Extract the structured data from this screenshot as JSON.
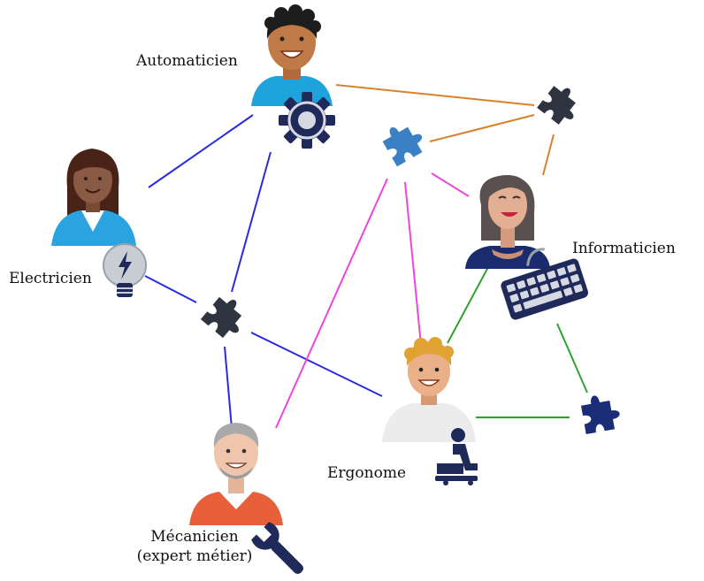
{
  "colors": {
    "link_orange": "#d9822b",
    "link_blue": "#2a2ae0",
    "link_magenta": "#ee44dd",
    "link_green": "#2ea22e",
    "puzzle_dark": "#2f3540",
    "puzzle_mid": "#3b7fc4",
    "puzzle_navy": "#1c2d78"
  },
  "actors": [
    {
      "id": "automaticien",
      "label": "Automaticien",
      "tool_icon": "gear-icon"
    },
    {
      "id": "electricien",
      "label": "Electricien",
      "tool_icon": "lightbulb-icon"
    },
    {
      "id": "informaticien",
      "label": "Informaticien",
      "tool_icon": "keyboard-icon"
    },
    {
      "id": "ergonome",
      "label": "Ergonome",
      "tool_icon": "ergonomic-chair-icon"
    },
    {
      "id": "mecanicien",
      "label_line1": "Mécanicien",
      "label_line2": "(expert métier)",
      "tool_icon": "wrench-icon"
    }
  ],
  "puzzle_pieces": [
    {
      "id": "puzzle-top-right",
      "color": "#2f3540"
    },
    {
      "id": "puzzle-center-blue",
      "color": "#3b7fc4"
    },
    {
      "id": "puzzle-left-dark",
      "color": "#2f3540"
    },
    {
      "id": "puzzle-bottom-right-navy",
      "color": "#1c2d78"
    }
  ],
  "links": [
    {
      "from": "automaticien",
      "to": "puzzle-top-right",
      "color": "orange"
    },
    {
      "from": "puzzle-center-blue",
      "to": "puzzle-top-right",
      "color": "orange"
    },
    {
      "from": "puzzle-top-right",
      "to": "informaticien",
      "color": "orange"
    },
    {
      "from": "automaticien",
      "to": "electricien",
      "color": "blue"
    },
    {
      "from": "automaticien",
      "to": "puzzle-left-dark",
      "color": "blue"
    },
    {
      "from": "electricien",
      "to": "puzzle-left-dark",
      "color": "blue"
    },
    {
      "from": "puzzle-left-dark",
      "to": "mecanicien",
      "color": "blue"
    },
    {
      "from": "puzzle-left-dark",
      "to": "ergonome",
      "color": "blue"
    },
    {
      "from": "puzzle-center-blue",
      "to": "informaticien",
      "color": "magenta"
    },
    {
      "from": "puzzle-center-blue",
      "to": "ergonome",
      "color": "magenta"
    },
    {
      "from": "puzzle-center-blue",
      "to": "mecanicien",
      "color": "magenta"
    },
    {
      "from": "informaticien",
      "to": "ergonome",
      "color": "green"
    },
    {
      "from": "informaticien",
      "to": "puzzle-bottom-right-navy",
      "color": "green"
    },
    {
      "from": "ergonome",
      "to": "puzzle-bottom-right-navy",
      "color": "green"
    }
  ]
}
